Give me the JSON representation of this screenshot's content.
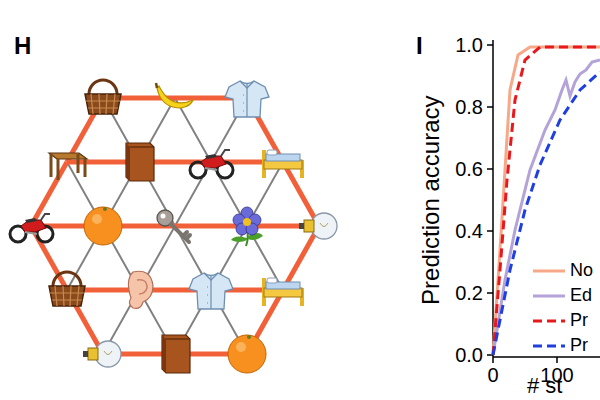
{
  "diagram": {
    "labels": [
      "H",
      "I",
      "Prediction accuracy",
      "1.0",
      "0.8",
      "0.6",
      "0.4",
      "0.2",
      "0.0",
      "0",
      "100",
      "# st"
    ],
    "legend": [
      {
        "text": "No"
      },
      {
        "text": "Ed"
      },
      {
        "text": "Pr"
      },
      {
        "text": "Pr"
      }
    ]
  }
}
